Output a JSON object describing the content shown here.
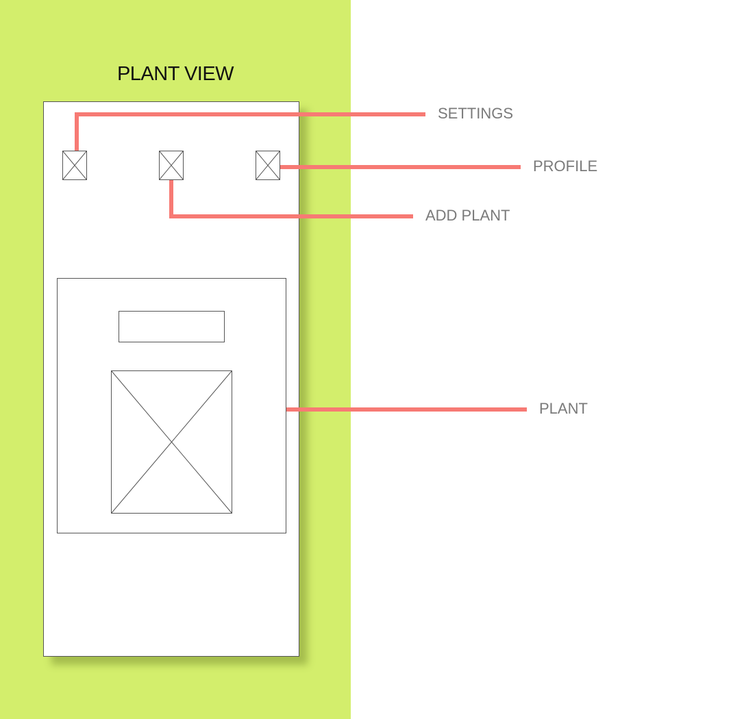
{
  "colors": {
    "panel_background": "#d3ee6c",
    "connector_line": "#f77a74",
    "wireframe_stroke": "#555555"
  },
  "title": "PLANT VIEW",
  "phone": {
    "icons": [
      {
        "name": "settings-icon",
        "type": "placeholder-image"
      },
      {
        "name": "add-plant-icon",
        "type": "placeholder-image"
      },
      {
        "name": "profile-icon",
        "type": "placeholder-image"
      }
    ],
    "plant_card": {
      "image": "placeholder-image"
    }
  },
  "annotations": {
    "settings": "SETTINGS",
    "profile": "PROFILE",
    "add_plant": "ADD PLANT",
    "plant": "PLANT"
  }
}
